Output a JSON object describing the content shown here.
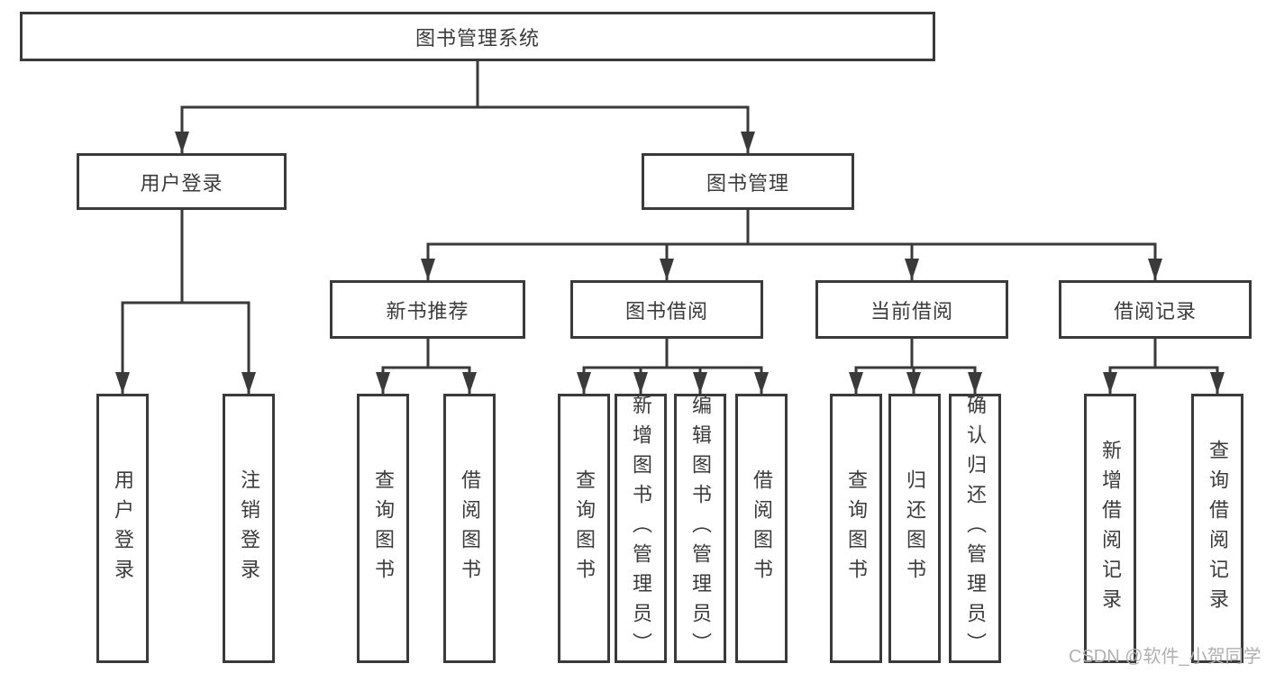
{
  "tree": {
    "label": "图书管理系统",
    "children": [
      {
        "label": "用户登录",
        "children": [
          {
            "label": "用户登录"
          },
          {
            "label": "注销登录"
          }
        ]
      },
      {
        "label": "图书管理",
        "children": [
          {
            "label": "新书推荐",
            "children": [
              {
                "label": "查询图书"
              },
              {
                "label": "借阅图书"
              }
            ]
          },
          {
            "label": "图书借阅",
            "children": [
              {
                "label": "查询图书"
              },
              {
                "label": "新增图书（管理员）"
              },
              {
                "label": "编辑图书（管理员）"
              },
              {
                "label": "借阅图书"
              }
            ]
          },
          {
            "label": "当前借阅",
            "children": [
              {
                "label": "查询图书"
              },
              {
                "label": "归还图书"
              },
              {
                "label": "确认归还（管理员）"
              }
            ]
          },
          {
            "label": "借阅记录",
            "children": [
              {
                "label": "新增借阅记录"
              },
              {
                "label": "查询借阅记录"
              }
            ]
          }
        ]
      }
    ]
  },
  "watermark": "CSDN @软件_小贺同学",
  "colors": {
    "line": "#3a3a3a",
    "border": "#3a3a3a",
    "text": "#3b3b3b",
    "watermark": "#b0b0b0",
    "background": "#ffffff"
  }
}
